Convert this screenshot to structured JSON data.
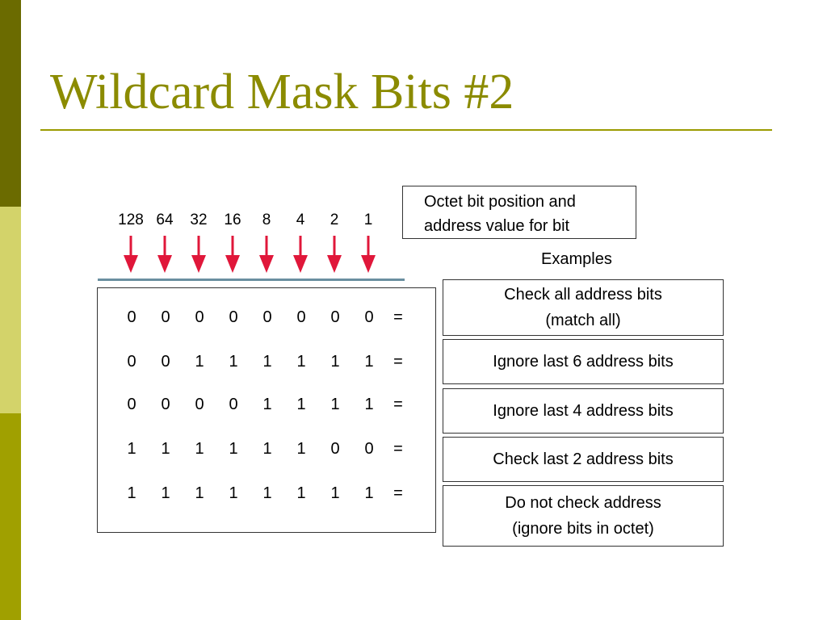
{
  "slide": {
    "title": "Wildcard Mask Bits #2",
    "colors": {
      "title": "#8b8b00",
      "sidebar_top": "#6b6b00",
      "sidebar_mid": "#d3d36a",
      "sidebar_bottom": "#a0a000",
      "title_rule": "#9b9b00",
      "arrow": "#e0173a",
      "table_rule": "#6a8fa0"
    }
  },
  "bit_positions": [
    "128",
    "64",
    "32",
    "16",
    "8",
    "4",
    "2",
    "1"
  ],
  "info_box": {
    "line1": "Octet bit position and",
    "line2": "address value for bit"
  },
  "examples_label": "Examples",
  "mask_rows": [
    {
      "bits": [
        "0",
        "0",
        "0",
        "0",
        "0",
        "0",
        "0",
        "0"
      ],
      "equals": "="
    },
    {
      "bits": [
        "0",
        "0",
        "1",
        "1",
        "1",
        "1",
        "1",
        "1"
      ],
      "equals": "="
    },
    {
      "bits": [
        "0",
        "0",
        "0",
        "0",
        "1",
        "1",
        "1",
        "1"
      ],
      "equals": "="
    },
    {
      "bits": [
        "1",
        "1",
        "1",
        "1",
        "1",
        "1",
        "0",
        "0"
      ],
      "equals": "="
    },
    {
      "bits": [
        "1",
        "1",
        "1",
        "1",
        "1",
        "1",
        "1",
        "1"
      ],
      "equals": "="
    }
  ],
  "examples": [
    {
      "lines": [
        "Check all address bits",
        "(match all)"
      ]
    },
    {
      "lines": [
        "Ignore last 6 address bits"
      ]
    },
    {
      "lines": [
        "Ignore last 4 address bits"
      ]
    },
    {
      "lines": [
        "Check last 2 address bits"
      ]
    },
    {
      "lines": [
        "Do not check address",
        "(ignore bits in octet)"
      ]
    }
  ]
}
